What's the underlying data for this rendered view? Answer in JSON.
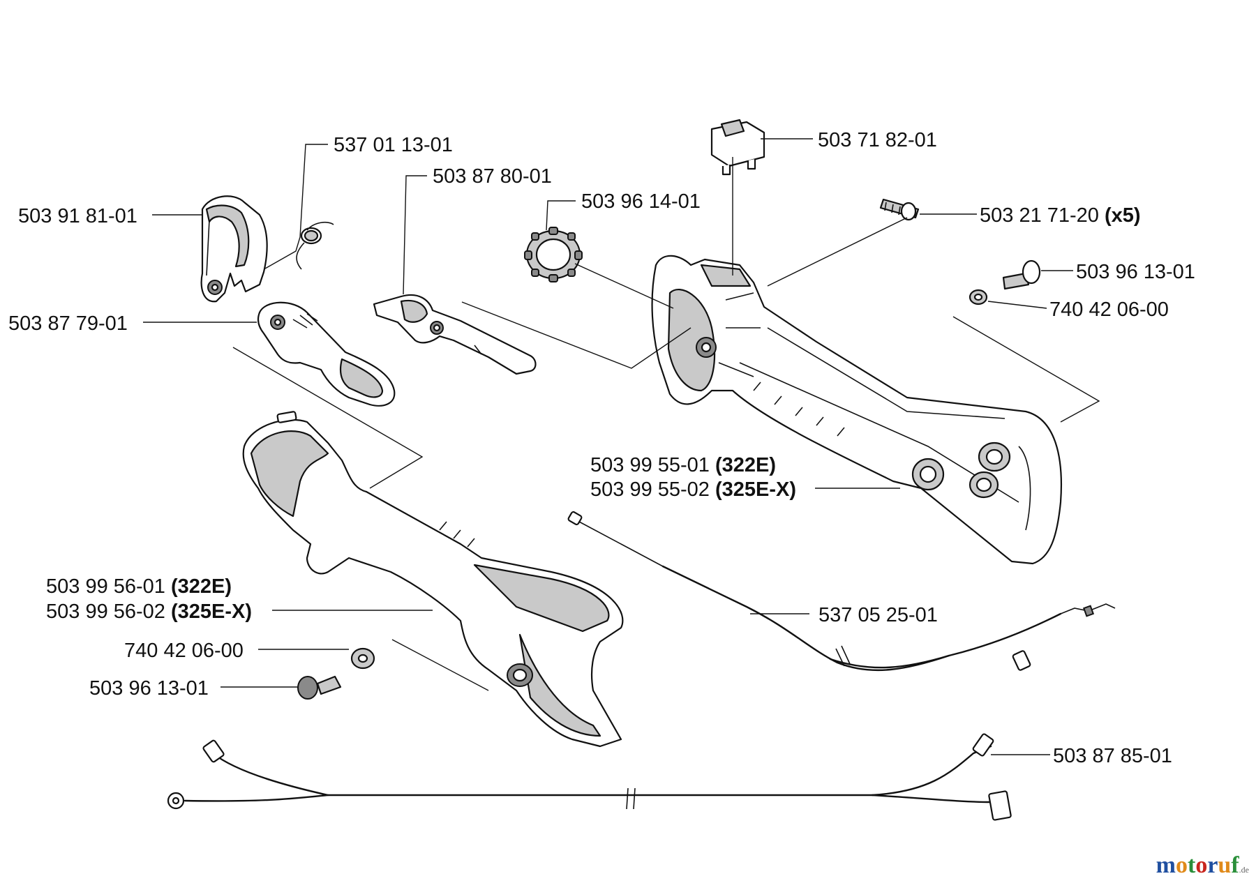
{
  "labels": {
    "p1": "537 01 13-01",
    "p2": "503 87 80-01",
    "p3": "503 96 14-01",
    "p4": "503 71 82-01",
    "p5_num": "503 21 71-20",
    "p5_qty": "(x5)",
    "p6": "503 96 13-01",
    "p7": "740 42 06-00",
    "p8": "503 91 81-01",
    "p9": "503 87 79-01",
    "p10_a_num": "503 99 55-01",
    "p10_a_model": "(322E)",
    "p10_b_num": "503 99 55-02",
    "p10_b_model": "(325E-X)",
    "p11_a_num": "503 99 56-01",
    "p11_a_model": "(322E)",
    "p11_b_num": "503 99 56-02",
    "p11_b_model": "(325E-X)",
    "p12": "537 05 25-01",
    "p13": "740 42 06-00",
    "p14": "503 96 13-01",
    "p15": "503 87 85-01"
  },
  "watermark": {
    "letters": [
      "m",
      "o",
      "t",
      "o",
      "r",
      "u",
      "f"
    ],
    "colors": [
      "#1f4fa0",
      "#e08a1a",
      "#2a8f3a",
      "#c8261e",
      "#1f4fa0",
      "#e08a1a",
      "#2a8f3a"
    ],
    "suffix": ".de"
  }
}
